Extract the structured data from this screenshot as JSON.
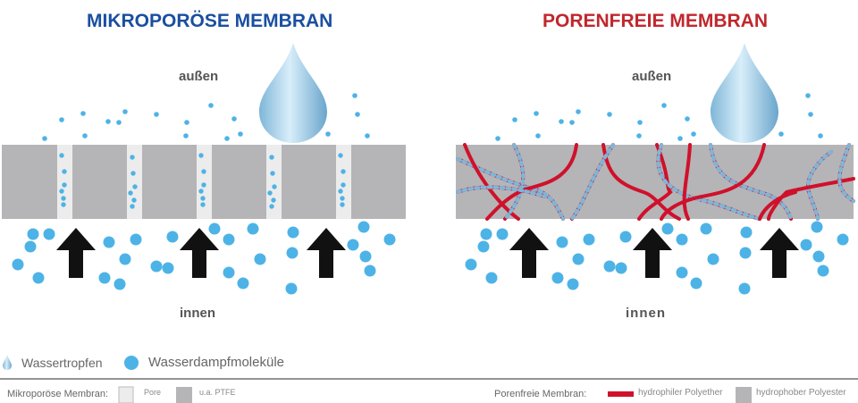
{
  "left": {
    "title": "MIKROPORÖSE MEMBRAN",
    "outside": "außen",
    "inside": "innen",
    "title_color": "#1a4fa0"
  },
  "right": {
    "title": "PORENFREIE MEMBRAN",
    "outside": "außen",
    "inside": "innen",
    "title_color": "#c0272d"
  },
  "legend": {
    "water_drop": "Wassertropfen",
    "vapor": "Wasserdampfmoleküle",
    "micro_label": "Mikroporöse Membran:",
    "pore": "Pore",
    "ptfe": "u.a. PTFE",
    "nonporous_label": "Porenfreie Membran:",
    "polyether": "hydrophiler Polyether",
    "polyester": "hydrophober Polyester"
  },
  "colors": {
    "membrane": "#b5b5b7",
    "pore": "#ececec",
    "vapor": "#4db3e6",
    "polyether": "#d0112b"
  }
}
